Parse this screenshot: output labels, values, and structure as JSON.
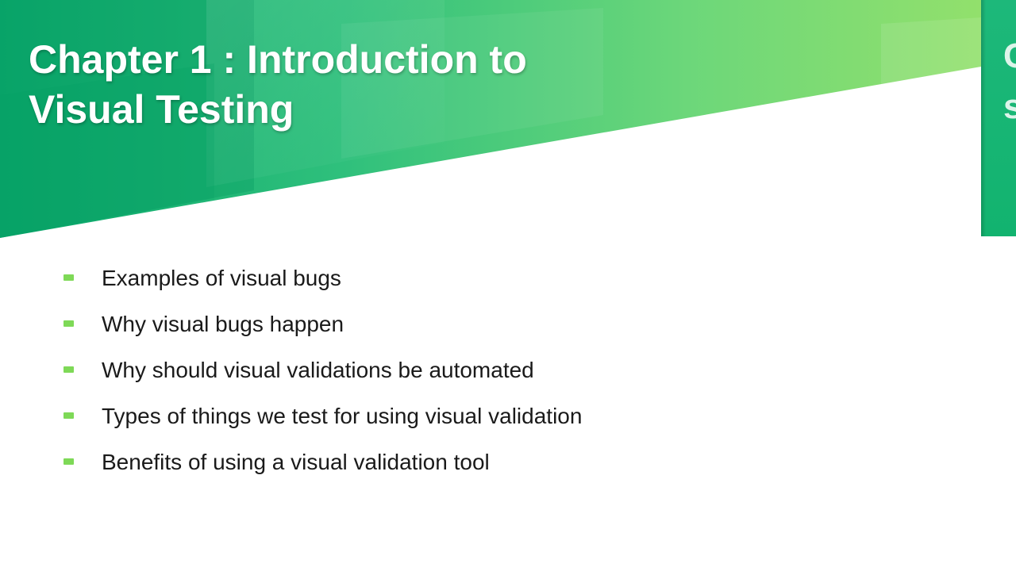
{
  "slide": {
    "title": "Chapter 1 :  Introduction to Visual Testing",
    "title_line1": "Chapter 1 :  Introduction to",
    "title_line2": "Visual Testing",
    "bullets": [
      "Examples of visual bugs",
      "Why visual bugs happen",
      "Why should visual validations be automated",
      "Types of things we test for using visual validation",
      "Benefits of using a visual validation tool"
    ]
  },
  "next_slide_peek": {
    "glyph_1": "C",
    "glyph_2": "s"
  },
  "colors": {
    "banner_dark": "#06a96b",
    "banner_light": "#8ee06a",
    "bullet_marker": "#7ed957",
    "title_text": "#ffffff",
    "body_text": "#1a1a1a"
  }
}
